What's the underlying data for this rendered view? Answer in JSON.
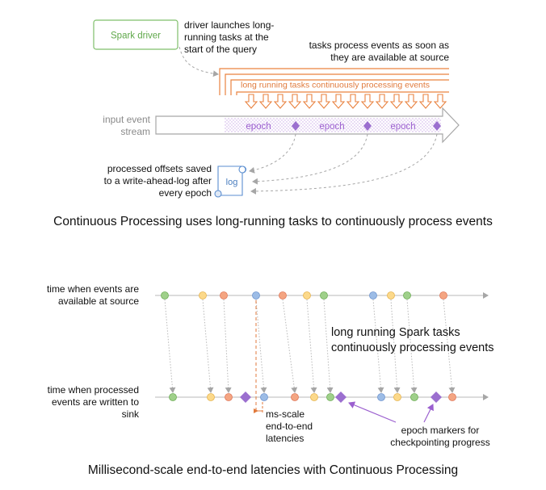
{
  "top": {
    "spark_driver_label": "Spark driver",
    "driver_note": [
      "driver launches long-",
      "running tasks at the",
      "start of the query"
    ],
    "tasks_note": [
      "tasks process events as soon as",
      "they are available at source"
    ],
    "long_running_label": "long running tasks continuously processing events",
    "input_stream_label": [
      "input event",
      "stream"
    ],
    "epoch_labels": [
      "epoch",
      "epoch",
      "epoch"
    ],
    "log_label": "log",
    "offsets_note": [
      "processed offsets saved",
      "to a write-ahead-log after",
      "every epoch"
    ],
    "caption": "Continuous Processing uses long-running tasks to continuously process events"
  },
  "bottom": {
    "source_label": [
      "time when events are",
      "available at source"
    ],
    "sink_label": [
      "time when processed",
      "events are written to",
      "sink"
    ],
    "tasks_label": [
      "long running Spark tasks",
      "continuously processing events"
    ],
    "latency_label": [
      "ms-scale",
      "end-to-end",
      "latencies"
    ],
    "epoch_note": [
      "epoch markers for",
      "checkpointing progress"
    ],
    "caption": "Millisecond-scale end-to-end latencies with Continuous Processing"
  },
  "colors": {
    "green": "#9fd08a",
    "yellow": "#fcd98a",
    "orange": "#f4a582",
    "blue": "#9cbce6",
    "purple": "#9b6fcf",
    "driver_green": "#5fa84a",
    "task_orange": "#e9823f",
    "arrow_gray": "#b0b0b0"
  },
  "timeline_events": [
    {
      "color": "green",
      "is_delayed": false
    },
    {
      "color": "yellow",
      "is_delayed": false
    },
    {
      "color": "orange",
      "is_delayed": false
    },
    {
      "color": "blue",
      "is_delayed": true
    },
    {
      "color": "orange",
      "is_delayed": false
    },
    {
      "color": "yellow",
      "is_delayed": false
    },
    {
      "color": "green",
      "is_delayed": false
    },
    {
      "color": "blue",
      "is_delayed": false
    },
    {
      "color": "yellow",
      "is_delayed": false
    },
    {
      "color": "green",
      "is_delayed": false
    },
    {
      "color": "orange",
      "is_delayed": false
    }
  ]
}
